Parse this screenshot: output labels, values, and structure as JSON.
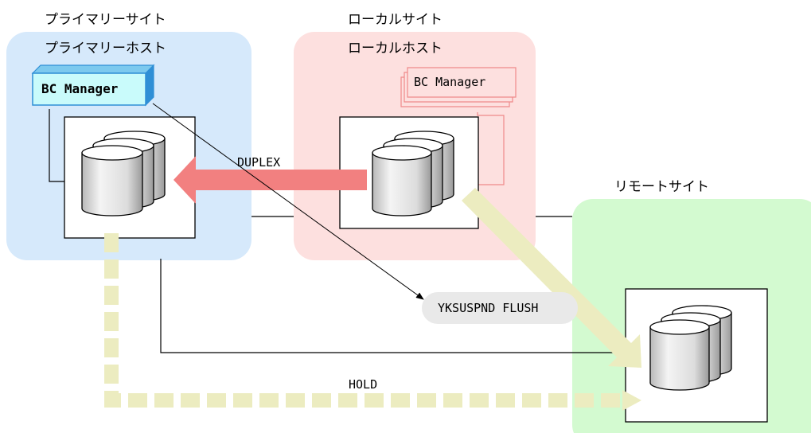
{
  "sites": {
    "primary": {
      "site_label": "プライマリーサイト",
      "host_label": "プライマリーホスト",
      "color": "#d6e9fb"
    },
    "local": {
      "site_label": "ローカルサイト",
      "host_label": "ローカルホスト",
      "color": "#fde0df"
    },
    "remote": {
      "site_label": "リモートサイト",
      "color": "#d3fad0"
    }
  },
  "bc_manager": {
    "primary_label": "BC Manager",
    "local_label": "BC Manager",
    "primary_color": "#c9fbfb",
    "primary_border": "#2f8fd6",
    "local_border": "#f08a8a"
  },
  "links": {
    "duplex_label": "DUPLEX",
    "duplex_color": "#f28080",
    "hold_label": "HOLD",
    "hold_color": "#ececc0",
    "command_label": "YKSUSPND FLUSH",
    "command_bubble_color": "#e9e9e9"
  },
  "icons": {
    "storage": "database-stack-icon"
  }
}
